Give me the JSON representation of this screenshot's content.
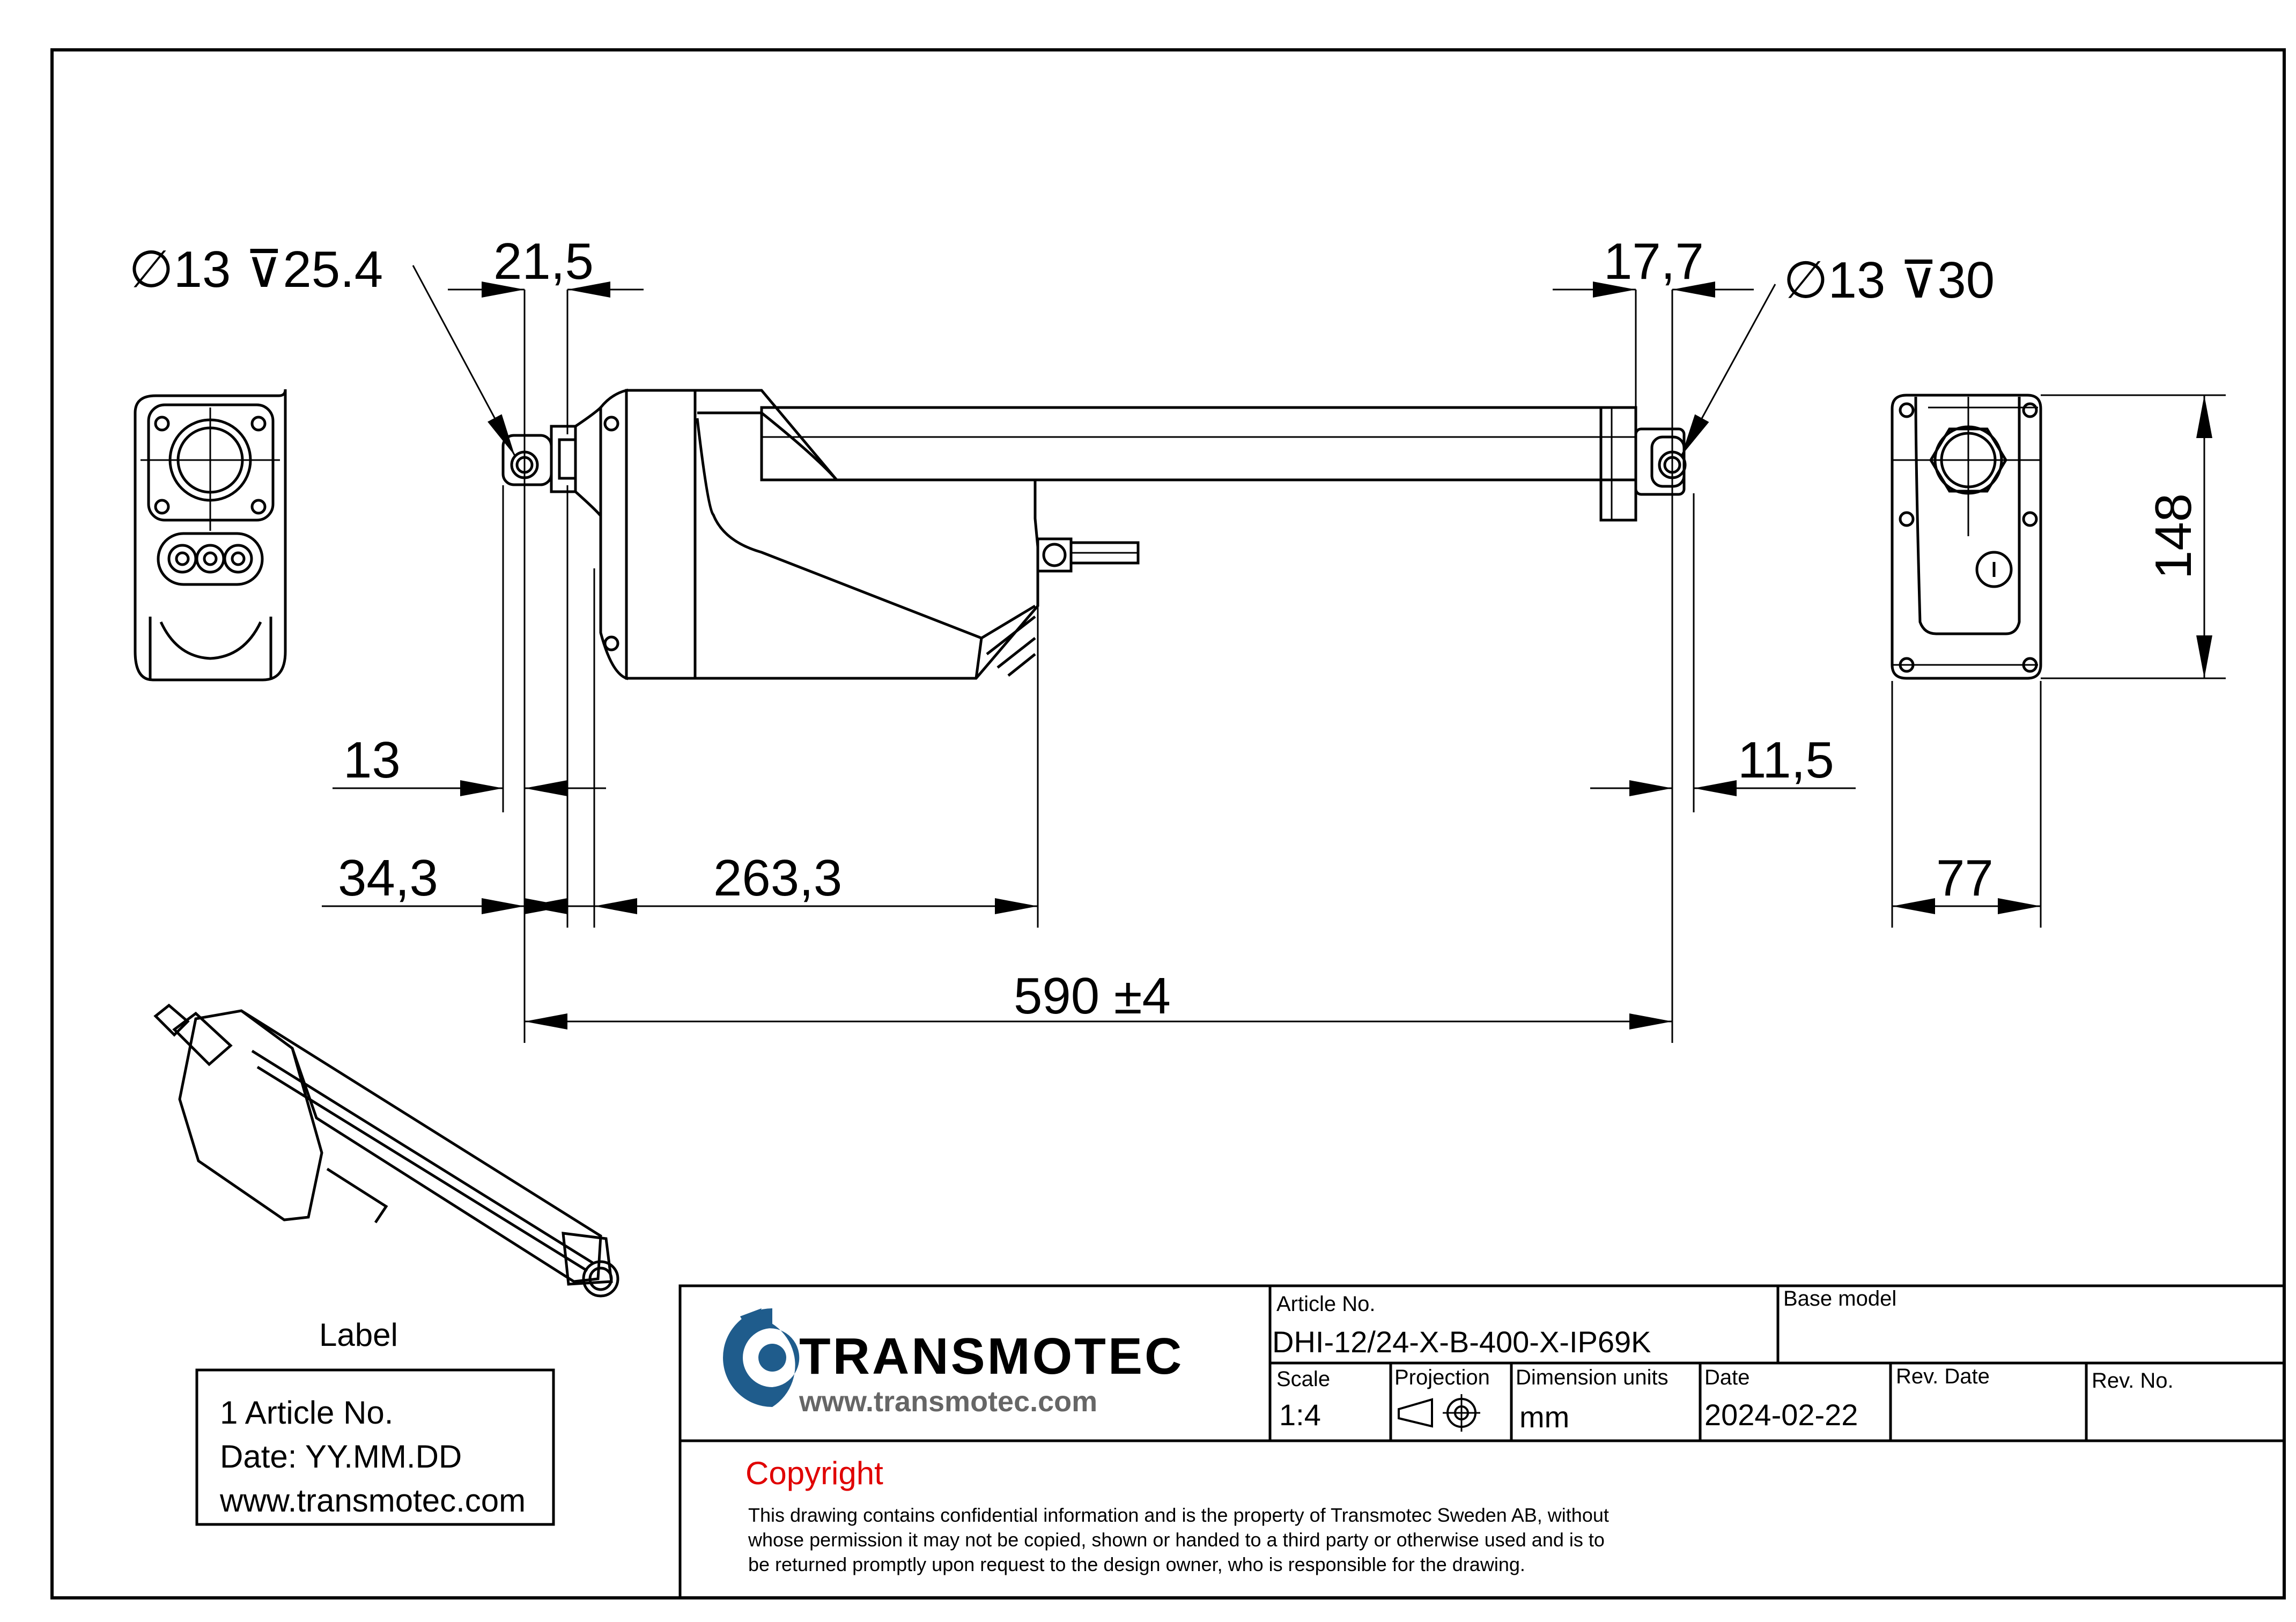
{
  "dimensions": {
    "hole_left": "∅13 ⊽25.4",
    "hole_right": "∅13 ⊽30",
    "d_21_5": "21,5",
    "d_17_7": "17,7",
    "d_13": "13",
    "d_11_5": "11,5",
    "d_34_3": "34,3",
    "d_263_3": "263,3",
    "d_590": "590 ±4",
    "d_148": "148",
    "d_77": "77"
  },
  "label_box": {
    "heading": "Label",
    "line1": "1 Article No.",
    "line2": "Date: YY.MM.DD",
    "line3": "www.transmotec.com"
  },
  "title_block": {
    "company": "TRANSMOTEC",
    "website": "www.transmotec.com",
    "article_no_label": "Article No.",
    "article_no": "DHI-12/24-X-B-400-X-IP69K",
    "base_model_label": "Base model",
    "scale_label": "Scale",
    "scale": "1:4",
    "projection_label": "Projection",
    "units_label": "Dimension units",
    "units": "mm",
    "date_label": "Date",
    "date": "2024-02-22",
    "rev_date_label": "Rev. Date",
    "rev_no_label": "Rev. No.",
    "copyright_title": "Copyright",
    "copyright_line1": "This drawing contains confidential information and is the property of Transmotec Sweden AB, without",
    "copyright_line2": "whose permission it may not be copied, shown or handed to a third party or otherwise used and is to",
    "copyright_line3": "be returned promptly upon request to the design owner, who is responsible for the drawing."
  },
  "colors": {
    "line": "#000000",
    "logo_blue": "#1f5c8c",
    "copyright_red": "#e00000",
    "url_gray": "#666666"
  }
}
